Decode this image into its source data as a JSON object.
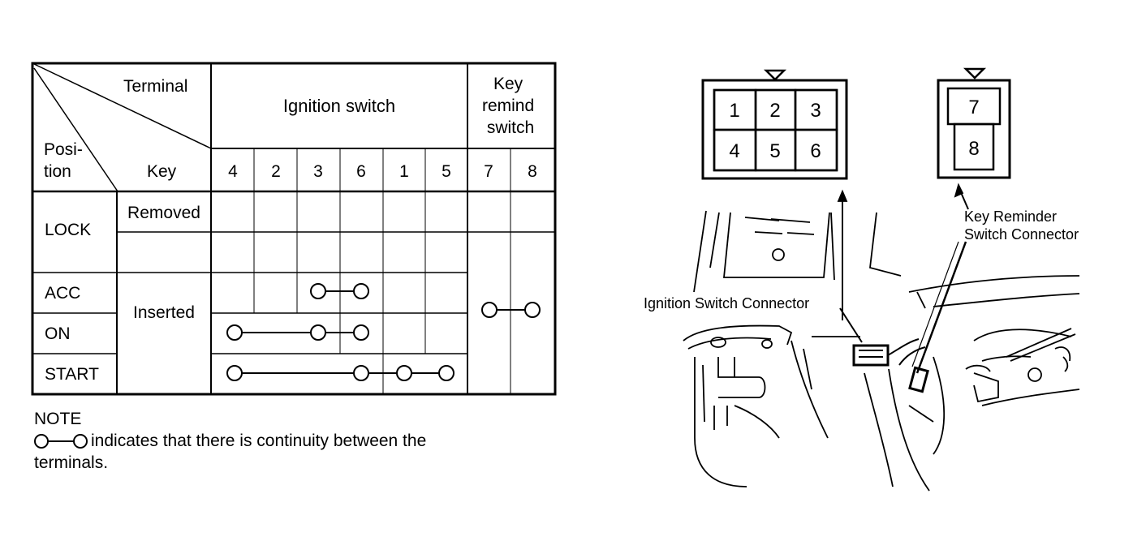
{
  "table": {
    "header_terminal": "Terminal",
    "header_position": [
      "Posi-",
      "tion"
    ],
    "header_key": "Key",
    "group_ignition": "Ignition switch",
    "group_key_remind": [
      "Key",
      "remind",
      "switch"
    ],
    "terminal_columns": [
      "4",
      "2",
      "3",
      "6",
      "1",
      "5",
      "7",
      "8"
    ],
    "positions": [
      "LOCK",
      "ACC",
      "ON",
      "START"
    ],
    "key_states": [
      "Removed",
      "Inserted"
    ],
    "continuity": [
      {
        "position": "ACC",
        "terminals": [
          "3",
          "6"
        ]
      },
      {
        "position": "ON",
        "terminals": [
          "4",
          "3",
          "6"
        ]
      },
      {
        "position": "START",
        "terminals": [
          "4",
          "6",
          "1",
          "5"
        ]
      },
      {
        "position": "ACC/ON/START",
        "terminals": [
          "7",
          "8"
        ]
      }
    ]
  },
  "note": {
    "title": "NOTE",
    "line1": "indicates that there is continuity between the",
    "line2": "terminals."
  },
  "ignition_connector": {
    "label": "Ignition Switch Connector",
    "pins": [
      "1",
      "2",
      "3",
      "4",
      "5",
      "6"
    ]
  },
  "key_reminder_connector": {
    "label_line1": "Key Reminder",
    "label_line2": "Switch Connector",
    "pins": [
      "7",
      "8"
    ]
  }
}
